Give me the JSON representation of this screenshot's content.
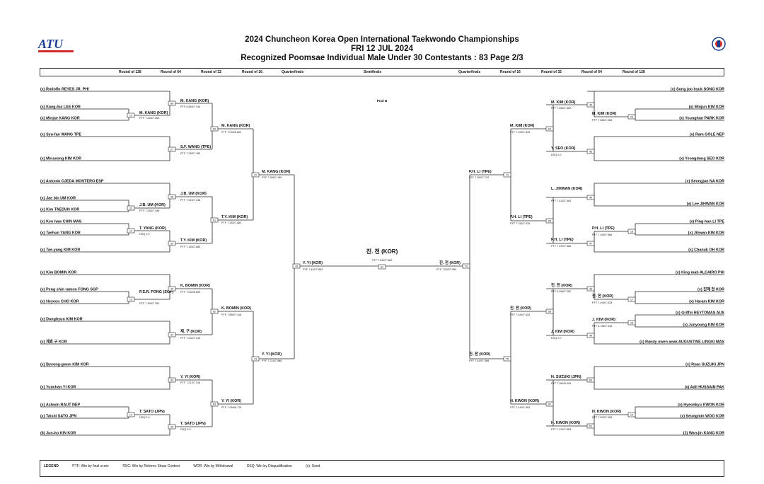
{
  "header": {
    "title_line1": "2024 Chuncheon Korea Open International Taekwondo Championships",
    "title_line2": "FRI 12 JUL 2024",
    "title_line3": "Recognized Poomsae Individual Male Under 30 Contestants : 83 Page 2/3",
    "logo_text": "ATU"
  },
  "round_headers": {
    "left": [
      "Round of 128",
      "Round of 64",
      "Round of 32",
      "Round of 16",
      "Quarterfinals",
      "Semifinals"
    ],
    "right": [
      "Quarterfinals",
      "Round of 16",
      "Round of 32",
      "Round of 64",
      "Round of 128"
    ]
  },
  "pool": "Pool B",
  "left_entries": [
    "(x) Rodolfo REYES JR. PHI",
    "(x) Kang-hui LEE KOR",
    "(x) Minjae KANG KOR",
    "(x) Syu-fan WANG TPE",
    "(x) Minseong KIM KOR",
    "(x) Antonio OJEDA MONTERO ESP",
    "(x) Jae bin UM KOR",
    "(x) Kim TAEDUN KOR",
    "(x) Ken haw CHIN MAS",
    "(x) Taehun YANG KOR",
    "(x) Tae-yang KIM KOR",
    "(x) Kim BOMIN KOR",
    "(x) Peng shin ramon FONG SGP",
    "(x) Heyeon CHO KOR",
    "(x) Donghyun KIM KOR",
    "(x) 제효 구 KOR",
    "(x) Byeong-gwon KIM KOR",
    "(x) Yunchan YI KOR",
    "(x) Ashwin RAUT NEP",
    "(x) Taishi SATO JPN",
    "(6) Jun-ho KIN KOR"
  ],
  "right_entries": [
    "(x) Song joo hyuk SONG KOR",
    "(x) Minjun KIM KOR",
    "(x) Younghan PARK KOR",
    "(x) Ram GOLE NEP",
    "(x) Yeongdong SEO KOR",
    "(x) Seongjun NA KOR",
    "(x) Lee JIHWAN KOR",
    "(x) Ping-han LI TPE",
    "(x) Jihwan KIM KOR",
    "(x) Chanuk OH KOR",
    "(x) King mah ALCAIRO PHI",
    "(x) 진혜 전 KOR",
    "(x) Haram KIM KOR",
    "(x) Griffin REYTOMAS AUS",
    "(x) Junyoung KIM KOR",
    "(x) Randy owen anak AUGUSTINE LINGKI MAS",
    "(x) Ryan SUZUKI JPN",
    "(x) Adil HUSSAIN PAK",
    "(x) Hyeonkyu KWON KOR",
    "(x) Seungmin WOO KOR",
    "(2) Wan-jin KANG KOR"
  ],
  "left_results": [
    {
      "name": "M. KANG (KOR)",
      "score": "PTF 6.883/7.316",
      "match": "89"
    },
    {
      "name": "M. KANG (KOR)",
      "score": "PTF 7.263/7.063",
      "match": "10"
    },
    {
      "name": "S.F. WANG (TPE)",
      "score": "PTF 7.283/7.183",
      "match": "27"
    },
    {
      "name": "M. KANG (KOR)",
      "score": "PTF 7.033/6.812",
      "match": "60"
    },
    {
      "name": "J.B. UM (KOR)",
      "score": "PTF 7.049/7.246",
      "match": "28"
    },
    {
      "name": "J.B. UM (KOR)",
      "score": "PTF 7.283/7.346",
      "match": "11"
    },
    {
      "name": "T. YANG (KOR)",
      "score": "DSQ 0.0",
      "match": "12"
    },
    {
      "name": "T.Y. KIM (KOR)",
      "score": "PTF 7.183/7.683",
      "match": "30"
    },
    {
      "name": "T.Y. KIM (KOR)",
      "score": "PTF 7.283/7.683",
      "match": "61"
    },
    {
      "name": "M. KANG (KOR)",
      "score": "PTF 7.386/7.180",
      "match": "72"
    },
    {
      "name": "K. BOMIN (KOR)",
      "score": "PTF 7.032/6.699",
      "match": "40"
    },
    {
      "name": "P.S.R. FONG (SGP)",
      "score": "PTF 7.499/7.252",
      "match": "13"
    },
    {
      "name": "K. BOMIN (KOR)",
      "score": "PTF 7.880/7.416",
      "match": "62"
    },
    {
      "name": "제. 구 (KOR)",
      "score": "PTF 7.232/7.416",
      "match": "41"
    },
    {
      "name": "Y. YI (KOR)",
      "score": "PTF 7.216/7.588",
      "match": "73"
    },
    {
      "name": "Y. YI (KOR)",
      "score": "PTF 7.213/7.316",
      "match": "42"
    },
    {
      "name": "T. SATO (JPN)",
      "score": "DSQ 0.0",
      "match": "14"
    },
    {
      "name": "Y. YI (KOR)",
      "score": "PTF 7.068/6.715",
      "match": "63"
    },
    {
      "name": "T. SATO (JPN)",
      "score": "DSQ 0.0",
      "match": "43"
    },
    {
      "name": "Y. YI (KOR)",
      "score": "PTF 7.452/7.883",
      "match": "78"
    }
  ],
  "right_results": [
    {
      "name": "M. KIM (KOR)",
      "score": "PTF 7.566/7.460",
      "match": "44"
    },
    {
      "name": "M. KIM (KOR)",
      "score": "PTF 7.566/7.066",
      "match": "15"
    },
    {
      "name": "M. KIM (KOR)",
      "score": "PTF 7.499/7.349",
      "match": "64"
    },
    {
      "name": "Y. SEO (KOR)",
      "score": "DSQ 0.0",
      "match": "45"
    },
    {
      "name": "P.H. LI (TPE)",
      "score": "PTF 7.583/7.732",
      "match": "74"
    },
    {
      "name": "L. JIHWAN (KOR)",
      "score": "PTF 7.433/7.482",
      "match": "46"
    },
    {
      "name": "P.H. LI (TPE)",
      "score": "PTF 7.499/7.566",
      "match": "16"
    },
    {
      "name": "P.H. LI (TPE)",
      "score": "PTF 7.316/7.416",
      "match": "65"
    },
    {
      "name": "P.H. LI (TPE)",
      "score": "PTF 7.499/7.566",
      "match": "47"
    },
    {
      "name": "진. 전 (KOR)",
      "score": "PTF 7.652/7.583",
      "match": "79"
    },
    {
      "name": "진. 전 (KOR)",
      "score": "PTF 6.966/7.282",
      "match": "48"
    },
    {
      "name": "진. 전 (KOR)",
      "score": "PTF 7.499/7.533",
      "match": "17"
    },
    {
      "name": "진. 전 (KOR)",
      "score": "PTF 7.616/7.433",
      "match": "66"
    },
    {
      "name": "J. KIM (KOR)",
      "score": "PTF 6.766/7.316",
      "match": "18"
    },
    {
      "name": "J. KIM (KOR)",
      "score": "DSQ 0.0",
      "match": "49"
    },
    {
      "name": "진. 전 (KOR)",
      "score": "PTF 7.449/7.366",
      "match": "75"
    },
    {
      "name": "H. SUZUKI (JPN)",
      "score": "PTF 7.382/6.999",
      "match": "50"
    },
    {
      "name": "H. KWON (KOR)",
      "score": "PTF 7.449/7.383",
      "match": "67"
    },
    {
      "name": "N. KWON (KOR)",
      "score": "PTF 7.533/7.283",
      "match": "19"
    },
    {
      "name": "H. KWON (KOR)",
      "score": "PTF 7.492/7.583",
      "match": "51"
    }
  ],
  "final": {
    "name": "진. 전 (KOR)",
    "score": "PTF 7.632/7.563",
    "match": "81"
  },
  "legend": [
    "LEGEND",
    "PTF: Win by final score",
    "RSC: Win by Referee Stops Contest",
    "WDR: Win by Withdrawal",
    "DSQ: Win by Disqualification",
    "(x): Seed"
  ]
}
